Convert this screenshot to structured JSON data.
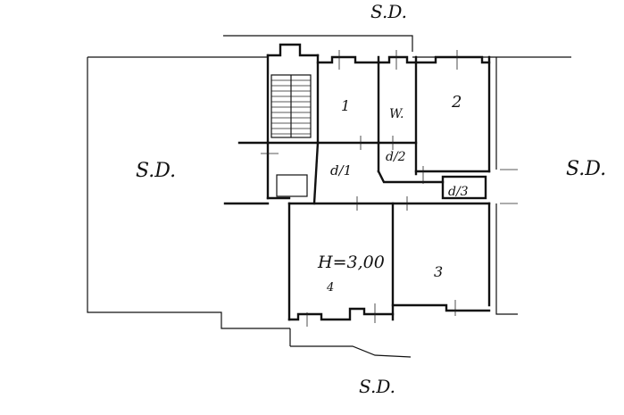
{
  "plan": {
    "adjacent": {
      "top": "S.D.",
      "left": "S.D.",
      "right": "S.D.",
      "bottom": "S.D."
    },
    "rooms": {
      "r1": "1",
      "wc": "W.",
      "r2": "2",
      "hall1": "d/1",
      "hall2": "d/2",
      "hall3": "d/3",
      "r3": "3",
      "r4": "4"
    },
    "height_label": "H=3,00"
  }
}
